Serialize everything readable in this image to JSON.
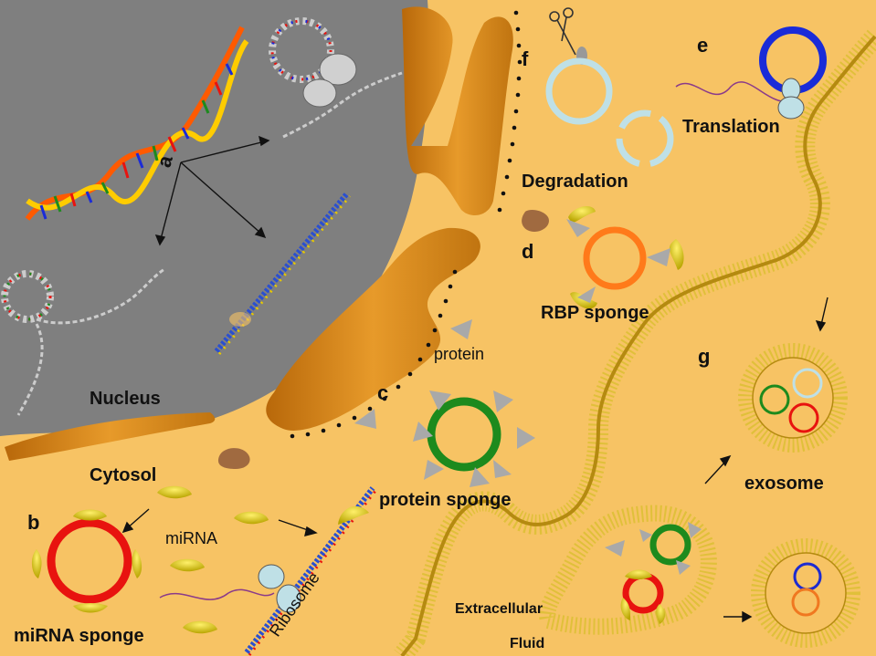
{
  "labels": {
    "a": "a",
    "b": "b",
    "c": "c",
    "d": "d",
    "e": "e",
    "f": "f",
    "g": "g",
    "nucleus": "Nucleus",
    "cytosol": "Cytosol",
    "mirna": "miRNA",
    "mirna_sponge": "miRNA sponge",
    "ribosome": "Ribosome",
    "protein": "protein",
    "protein_sponge": "protein sponge",
    "rbp_sponge": "RBP sponge",
    "degradation": "Degradation",
    "translation": "Translation",
    "exosome": "exosome",
    "extracellular": "Extracellular",
    "fluid": "Fluid"
  },
  "colors": {
    "cytosol": "#f7c364",
    "nucleus": "#7f7f7f",
    "er": "#d8860f",
    "mirna_sponge": "#e8130f",
    "protein_sponge": "#1d8a1d",
    "rbp_sponge": "#ff7a1a",
    "degraded_ring": "#bfe0e6",
    "translation_ring": "#1a2bd8",
    "exosome_blue": "#1d2bd0",
    "exosome_orange": "#f07820",
    "membrane": "#e0c03a",
    "protein": "#a9a9a9",
    "mirna": "#e6d40a"
  }
}
